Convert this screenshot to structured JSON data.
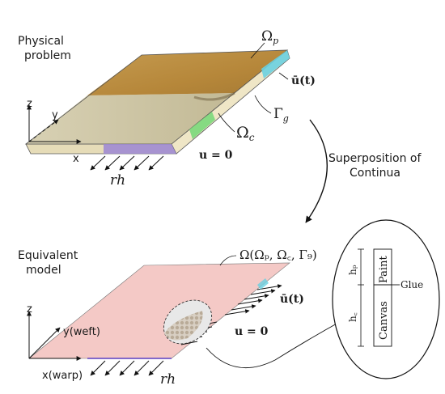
{
  "top": {
    "title_line1": "Physical",
    "title_line2": "problem",
    "omega_p": "Ωₚ",
    "omega_p_base": "Ω",
    "omega_p_sub": "p",
    "omega_c_base": "Ω",
    "omega_c_sub": "c",
    "gamma_base": "Γ",
    "gamma_sub": "g",
    "ubar": "ū(t)",
    "u_eq_zero": "u = 0",
    "rh": "rh",
    "axis_x": "x",
    "axis_y": "y",
    "axis_z": "z"
  },
  "middle": {
    "line1": "Superposition of",
    "line2": "Continua"
  },
  "bottom": {
    "title_line1": "Equivalent",
    "title_line2": "model",
    "omega_full": "Ω(Ωₚ, Ω꜀, Γ₉)",
    "ubar": "ū(t)",
    "u_eq_zero": "u = 0",
    "rh": "rh",
    "axis_x": "x(warp)",
    "axis_y": "y(weft)",
    "axis_z": "z"
  },
  "inset": {
    "hp": "hₚ",
    "hc": "h꜀",
    "paint": "Paint",
    "canvas": "Canvas",
    "glue": "Glue"
  },
  "colors": {
    "paint_layer": "#b98a3c",
    "canvas_layer": "#cfc7a6",
    "blue_edge": "#6ad0e0",
    "green_edge": "#7ad87a",
    "purple_edge": "#9b86d4",
    "equivalent_plate": "#f4c9c6"
  }
}
